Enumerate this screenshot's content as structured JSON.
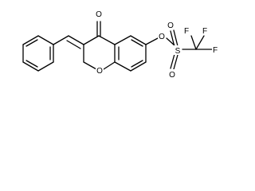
{
  "structure": {
    "atoms": {
      "carbonyl_oxygen": "O",
      "ring_oxygen": "O",
      "ether_oxygen": "O",
      "sulfur": "S",
      "sulfonyl_oxygen_top": "O",
      "sulfonyl_oxygen_bottom": "O",
      "fluorine_left": "F",
      "fluorine_top": "F",
      "fluorine_right": "F"
    },
    "colors": {
      "bond": "#000000",
      "label": "#000000",
      "background": "#ffffff"
    }
  }
}
